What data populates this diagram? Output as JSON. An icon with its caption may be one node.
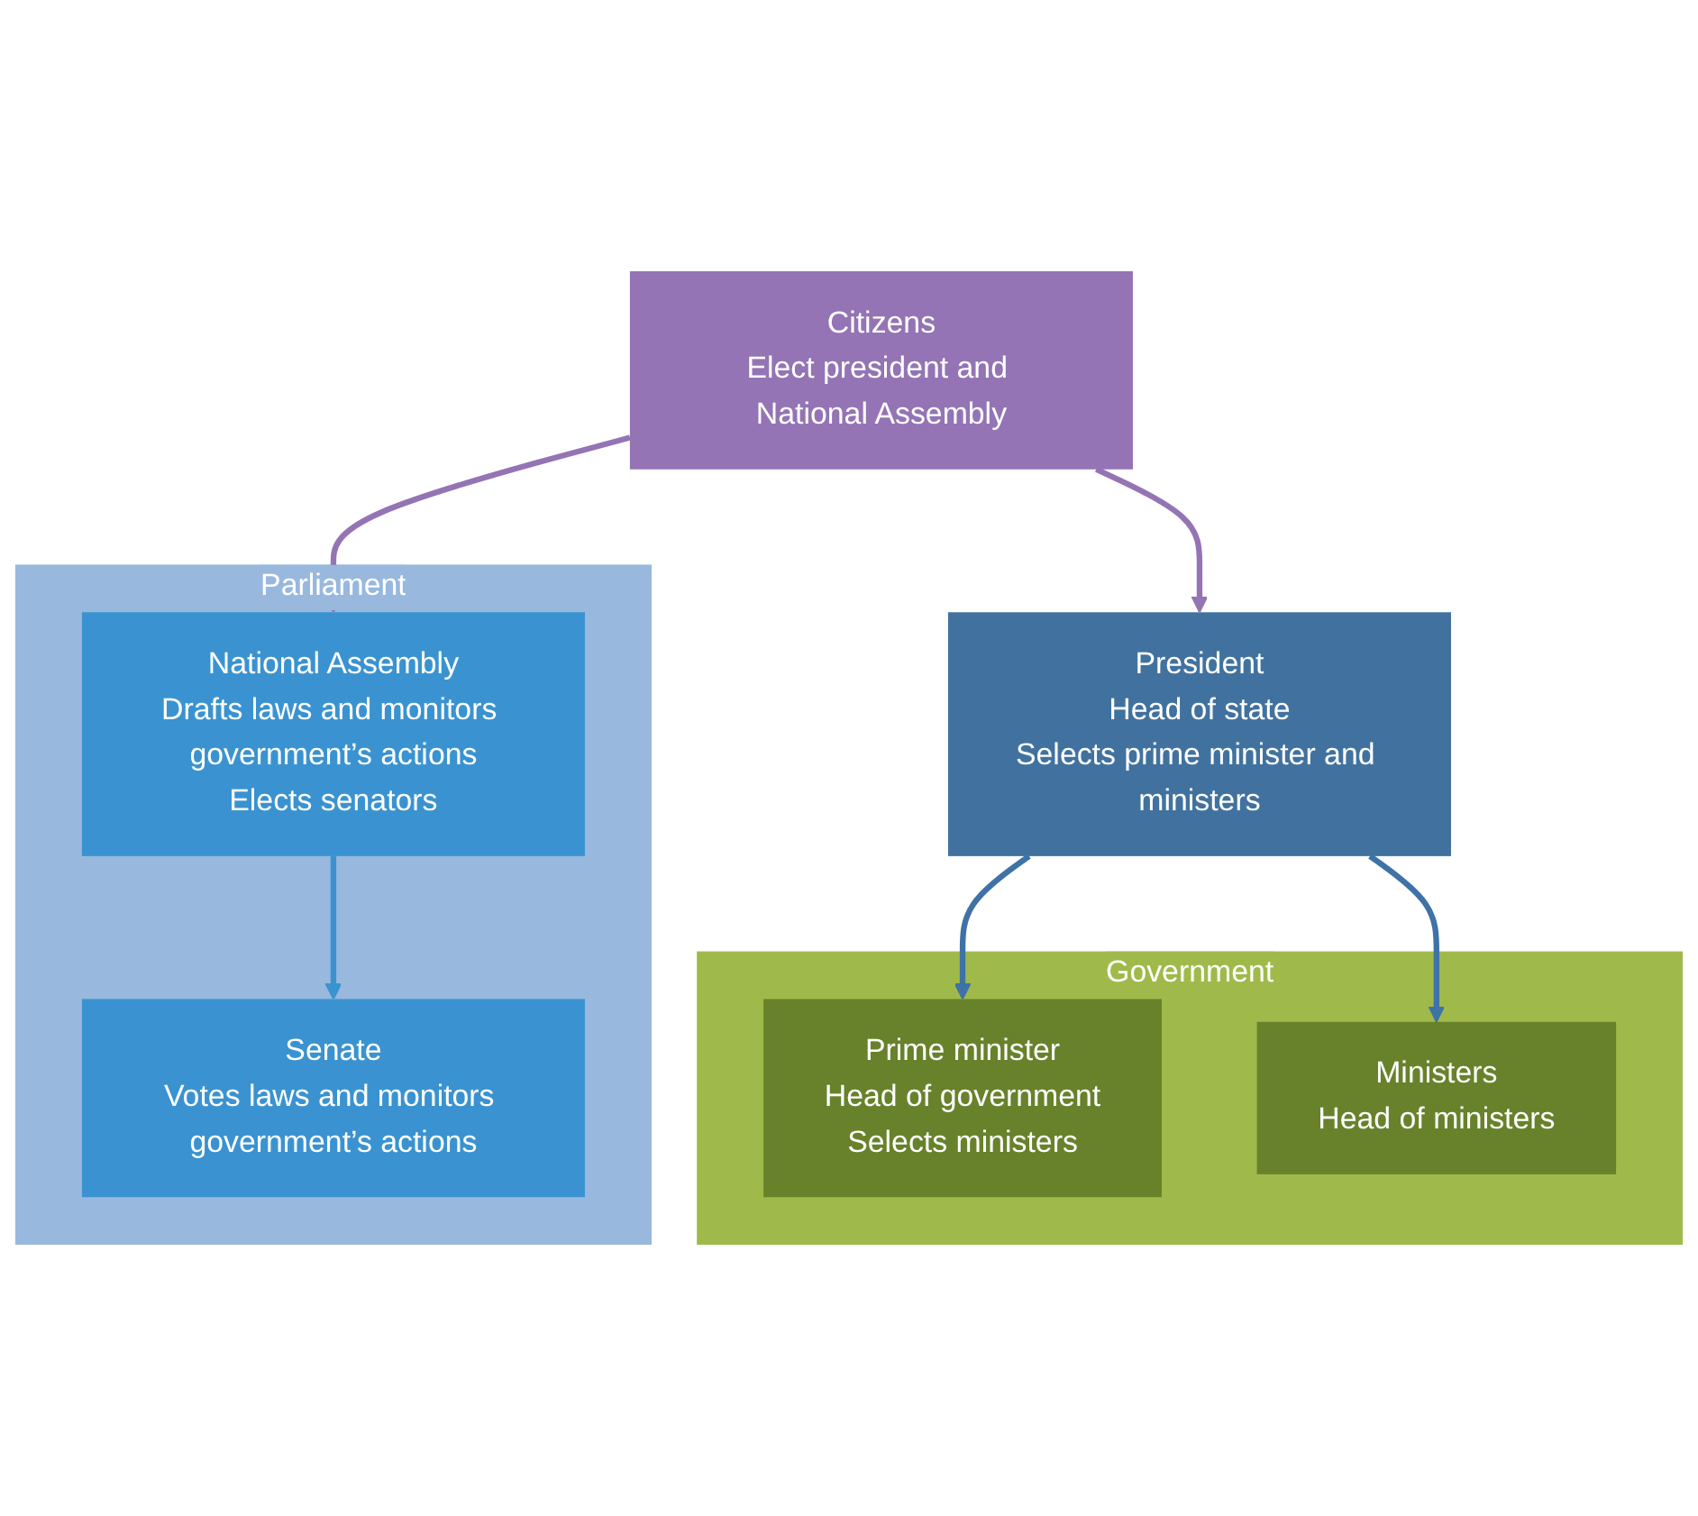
{
  "diagram": {
    "nodes": [
      {
        "text": [
          "President",
          "Head of state",
          "Selects prime minister and ministers"
        ]
      },
      {
        "text": [
          "Government"
        ]
      },
      {
        "text": [
          "Prime minister",
          "Head of government",
          "Selects ministers"
        ],
        "in": 1
      },
      {
        "text": [
          "Ministers",
          "Head of ministers"
        ],
        "in": 1
      },
      {
        "text": [
          "Parliament"
        ]
      },
      {
        "text": [
          "National Assembly",
          "Drafts laws and monitors government’s actions",
          "Elects senators"
        ],
        "in": 4
      },
      {
        "text": [
          "Senate",
          "Votes laws and monitors government’s actions"
        ],
        "in": 4
      },
      {
        "text": [
          "Citizens",
          "Elect president and National Assembly"
        ]
      }
    ],
    "edges": [
      {
        "from": 0,
        "to": 2,
        "arrow": "to",
        "color": "#3f72a6"
      },
      {
        "from": 0,
        "to": 3,
        "arrow": "to",
        "color": "#3f72a6"
      },
      {
        "from": 5,
        "to": 6,
        "arrow": "to",
        "color": "#3a93d0"
      },
      {
        "from": 7,
        "to": 0,
        "arrow": "to",
        "color": "#9474b4"
      },
      {
        "from": 7,
        "to": 5,
        "arrow": "to",
        "color": "#9474b4"
      }
    ]
  }
}
